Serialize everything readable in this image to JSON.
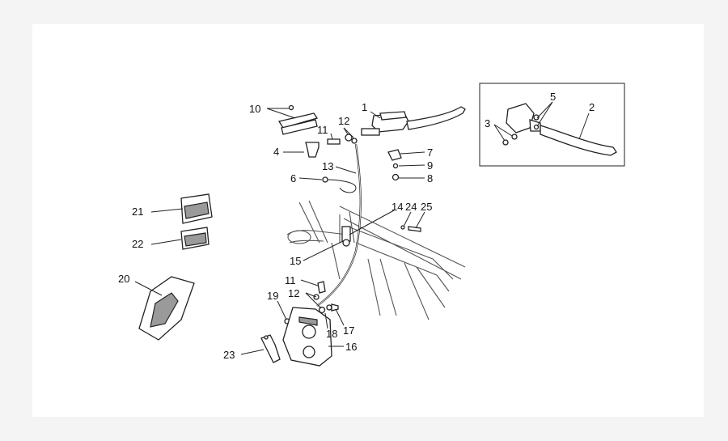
{
  "labels": {
    "l1": "1",
    "l2": "2",
    "l3": "3",
    "l4": "4",
    "l5": "5",
    "l6": "6",
    "l7": "7",
    "l8": "8",
    "l9": "9",
    "l10": "10",
    "l11a": "11",
    "l11b": "11",
    "l12a": "12",
    "l12b": "12",
    "l13": "13",
    "l14": "14",
    "l15": "15",
    "l16": "16",
    "l17": "17",
    "l18": "18",
    "l19": "19",
    "l20": "20",
    "l21": "21",
    "l22": "22",
    "l23": "23",
    "l24": "24",
    "l25": "25"
  }
}
